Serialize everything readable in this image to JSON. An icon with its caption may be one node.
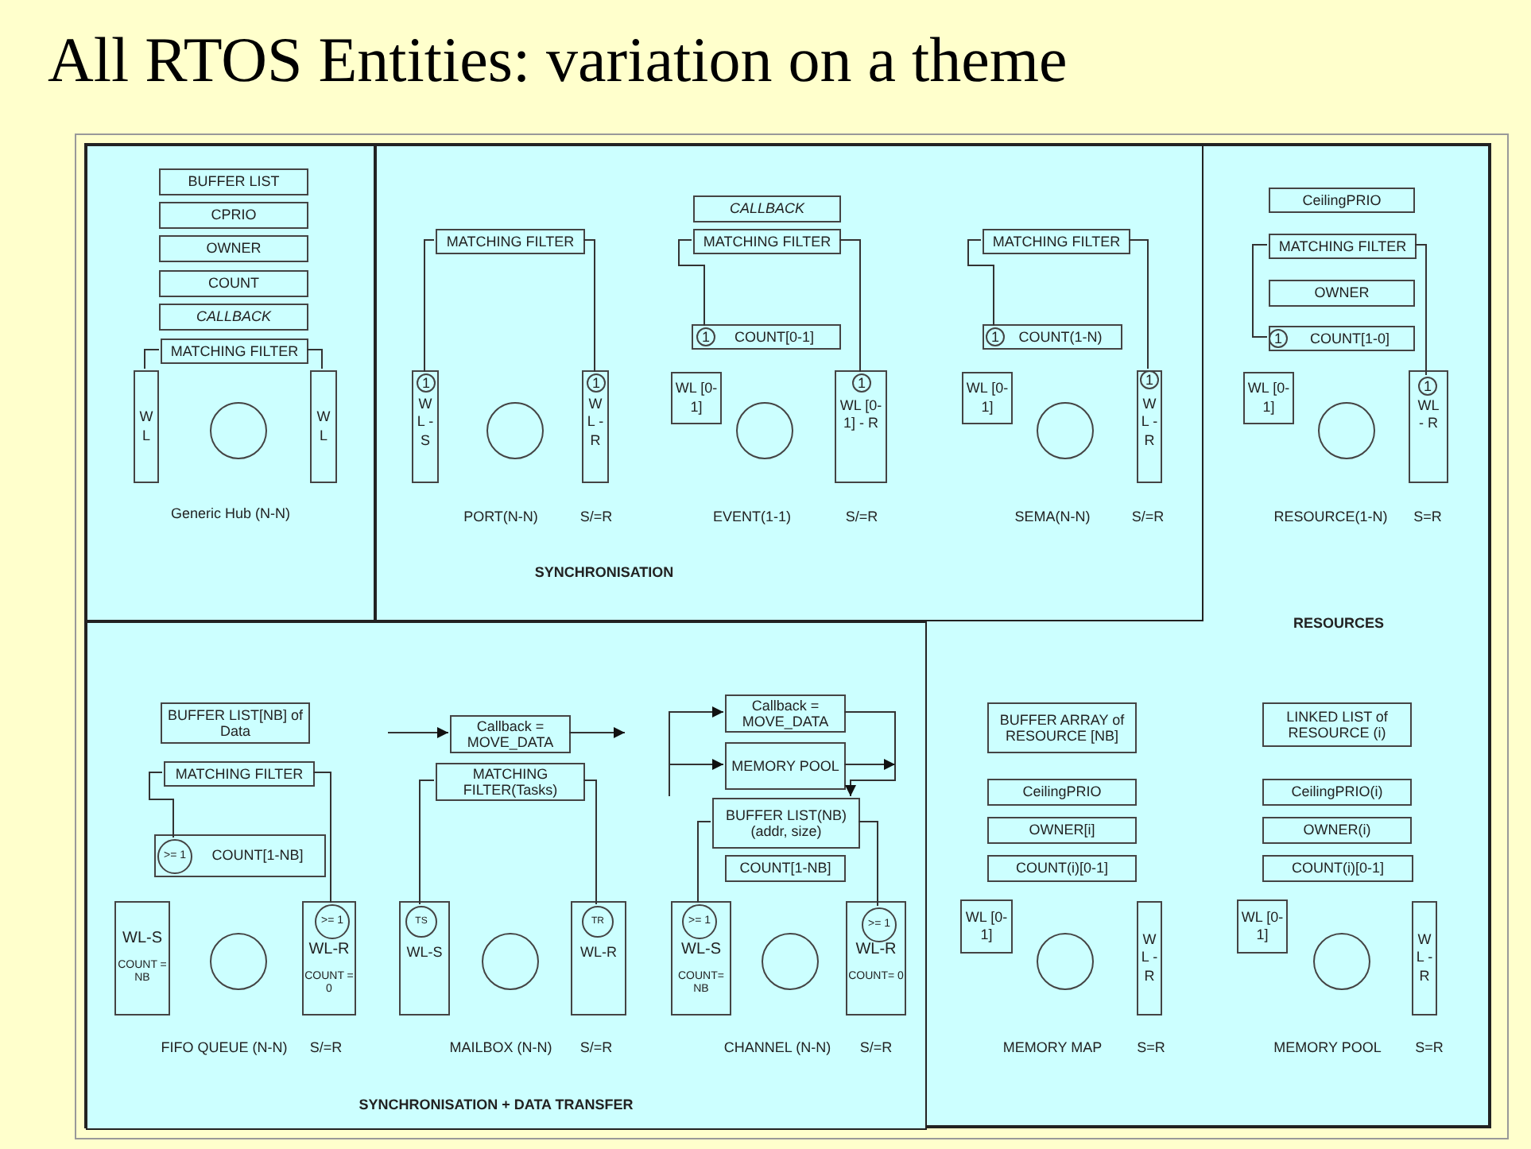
{
  "diagram": {
    "title": "All RTOS Entities: variation on a theme",
    "nodes": [
      {
        "text": [
          "RESOURCES"
        ]
      },
      {
        "text": [],
        "shape": "box",
        "in": 0
      },
      {
        "text": [
          "BUFFER LIST"
        ],
        "in": 1
      },
      {
        "text": [
          "CPRIO"
        ],
        "in": 1
      },
      {
        "text": [
          "OWNER"
        ],
        "in": 1
      },
      {
        "text": [
          "COUNT"
        ],
        "in": 1
      },
      {
        "text": [
          "CALLBACK"
        ],
        "in": 1
      },
      {
        "text": [
          "MATCHING FILTER"
        ],
        "in": 1
      },
      {
        "text": [
          "W L"
        ],
        "in": 1
      },
      {
        "text": [],
        "shape": "circle",
        "in": 1
      },
      {
        "text": [
          "W L"
        ],
        "in": 1
      },
      {
        "text": [
          "SYNCHRONISATION"
        ],
        "in": 0
      },
      {
        "text": [
          "MATCHING FILTER"
        ],
        "in": 11
      },
      {
        "text": [
          "W L - S"
        ],
        "in": 11
      },
      {
        "text": [
          "1"
        ],
        "in": 13
      },
      {
        "text": [],
        "shape": "circle",
        "in": 11
      },
      {
        "text": [
          "W L - R"
        ],
        "in": 11
      },
      {
        "text": [
          "1"
        ],
        "in": 16
      },
      {
        "text": [
          "CALLBACK"
        ],
        "in": 11
      },
      {
        "text": [
          "MATCHING FILTER"
        ],
        "in": 11
      },
      {
        "text": [
          "COUNT[0-1]"
        ],
        "in": 11
      },
      {
        "text": [
          "1"
        ],
        "in": 20
      },
      {
        "text": [
          "WL [0-1]"
        ],
        "in": 11
      },
      {
        "text": [],
        "shape": "circle",
        "in": 11
      },
      {
        "text": [
          "WL [0-1] - R"
        ],
        "in": 11
      },
      {
        "text": [
          "1"
        ],
        "in": 24
      },
      {
        "text": [
          "MATCHING FILTER"
        ],
        "in": 11
      },
      {
        "text": [
          "COUNT(1-N)"
        ],
        "in": 11
      },
      {
        "text": [
          "1"
        ],
        "in": 27
      },
      {
        "text": [
          "WL [0-1]"
        ],
        "in": 11
      },
      {
        "text": [],
        "shape": "circle",
        "in": 11
      },
      {
        "text": [
          "W L - R"
        ],
        "in": 11
      },
      {
        "text": [
          "1"
        ],
        "in": 31
      },
      {
        "text": [
          "CeilingPRIO"
        ],
        "in": 0
      },
      {
        "text": [
          "MATCHING FILTER"
        ],
        "in": 0
      },
      {
        "text": [
          "OWNER"
        ],
        "in": 0
      },
      {
        "text": [
          "COUNT[1-0]"
        ],
        "in": 0
      },
      {
        "text": [
          "1"
        ],
        "in": 36
      },
      {
        "text": [
          "WL [0-1]"
        ],
        "in": 0
      },
      {
        "text": [],
        "shape": "circle",
        "in": 0
      },
      {
        "text": [
          "WL - R"
        ],
        "in": 0
      },
      {
        "text": [
          "1"
        ],
        "in": 40
      },
      {
        "text": [
          "SYNCHRONISATION + DATA TRANSFER"
        ],
        "in": 0
      },
      {
        "text": [
          "BUFFER LIST[NB] of Data"
        ],
        "in": 42
      },
      {
        "text": [
          "MATCHING FILTER"
        ],
        "in": 42
      },
      {
        "text": [
          "COUNT[1-NB]"
        ],
        "in": 42
      },
      {
        "text": [
          ">= 1"
        ],
        "in": 45
      },
      {
        "text": [
          "WL-S",
          "COUNT = NB"
        ],
        "in": 42
      },
      {
        "text": [],
        "shape": "circle",
        "in": 42
      },
      {
        "text": [
          "WL-R",
          "COUNT = 0"
        ],
        "in": 42
      },
      {
        "text": [
          ">= 1"
        ],
        "in": 49
      },
      {
        "text": [
          "Callback = MOVE_DATA"
        ],
        "in": 42
      },
      {
        "text": [
          "MATCHING FILTER(Tasks)"
        ],
        "in": 42
      },
      {
        "text": [
          "WL-S"
        ],
        "in": 42
      },
      {
        "text": [
          "TS"
        ],
        "in": 53
      },
      {
        "text": [],
        "shape": "circle",
        "in": 42
      },
      {
        "text": [
          "WL-R"
        ],
        "in": 42
      },
      {
        "text": [
          "TR"
        ],
        "in": 56
      },
      {
        "text": [
          "Callback = MOVE_DATA"
        ],
        "in": 42
      },
      {
        "text": [
          "MEMORY POOL"
        ],
        "in": 42
      },
      {
        "text": [
          "BUFFER LIST(NB) (addr, size)"
        ],
        "in": 42
      },
      {
        "text": [
          "COUNT[1-NB]"
        ],
        "in": 42
      },
      {
        "text": [
          "WL-S",
          "COUNT= NB"
        ],
        "in": 42
      },
      {
        "text": [
          ">= 1"
        ],
        "in": 62
      },
      {
        "text": [],
        "shape": "circle",
        "in": 42
      },
      {
        "text": [
          "WL-R",
          "COUNT= 0"
        ],
        "in": 42
      },
      {
        "text": [
          ">= 1"
        ],
        "in": 65
      },
      {
        "text": [
          "BUFFER ARRAY of RESOURCE [NB]"
        ],
        "in": 0
      },
      {
        "text": [
          "CeilingPRIO"
        ],
        "in": 0
      },
      {
        "text": [
          "OWNER[i]"
        ],
        "in": 0
      },
      {
        "text": [
          "COUNT(i)[0-1]"
        ],
        "in": 0
      },
      {
        "text": [
          "WL [0-1]"
        ],
        "in": 0
      },
      {
        "text": [],
        "shape": "circle",
        "in": 0
      },
      {
        "text": [
          "W L - R"
        ],
        "in": 0
      },
      {
        "text": [
          "LINKED LIST of RESOURCE (i)"
        ],
        "in": 0
      },
      {
        "text": [
          "CeilingPRIO(i)"
        ],
        "in": 0
      },
      {
        "text": [
          "OWNER(i)"
        ],
        "in": 0
      },
      {
        "text": [
          "COUNT(i)[0-1]"
        ],
        "in": 0
      },
      {
        "text": [
          "WL [0-1]"
        ],
        "in": 0
      },
      {
        "text": [],
        "shape": "circle",
        "in": 0
      },
      {
        "text": [
          "W L - R"
        ],
        "in": 0
      }
    ],
    "edges": [
      {
        "from": 7,
        "to": 8,
        "arrow": "none"
      },
      {
        "from": 7,
        "to": 10,
        "arrow": "none"
      },
      {
        "from": 12,
        "to": 14,
        "arrow": "none"
      },
      {
        "from": 12,
        "to": 17,
        "arrow": "none"
      },
      {
        "from": 19,
        "to": 21,
        "arrow": "none"
      },
      {
        "from": 19,
        "to": 25,
        "arrow": "none"
      },
      {
        "from": 26,
        "to": 28,
        "arrow": "none"
      },
      {
        "from": 26,
        "to": 32,
        "arrow": "none"
      },
      {
        "from": 34,
        "to": 37,
        "arrow": "none"
      },
      {
        "from": 34,
        "to": 41,
        "arrow": "none"
      },
      {
        "from": 44,
        "to": 46,
        "arrow": "none"
      },
      {
        "from": 44,
        "to": 50,
        "arrow": "none"
      },
      {
        "from": null,
        "to": 51,
        "arrow": "to"
      },
      {
        "from": 51,
        "to": null,
        "arrow": "to"
      },
      {
        "from": 52,
        "to": 54,
        "arrow": "none"
      },
      {
        "from": 52,
        "to": 57,
        "arrow": "none"
      },
      {
        "from": null,
        "to": 58,
        "arrow": "to"
      },
      {
        "from": null,
        "to": 59,
        "arrow": "to"
      },
      {
        "from": 58,
        "to": 60,
        "arrow": "to"
      },
      {
        "from": 59,
        "to": null,
        "arrow": "to"
      },
      {
        "from": 60,
        "to": 63,
        "arrow": "none"
      },
      {
        "from": 60,
        "to": 66,
        "arrow": "none"
      }
    ],
    "labels": [
      "Generic Hub (N-N)",
      "PORT(N-N)",
      "S/=R",
      "EVENT(1-1)",
      "S/=R",
      "SEMA(N-N)",
      "S/=R",
      "RESOURCE(1-N)",
      "S=R",
      "FIFO QUEUE (N-N)",
      "S/=R",
      "MAILBOX (N-N)",
      "S/=R",
      "CHANNEL (N-N)",
      "S/=R",
      "MEMORY MAP",
      "S=R",
      "MEMORY POOL",
      "S=R"
    ]
  }
}
